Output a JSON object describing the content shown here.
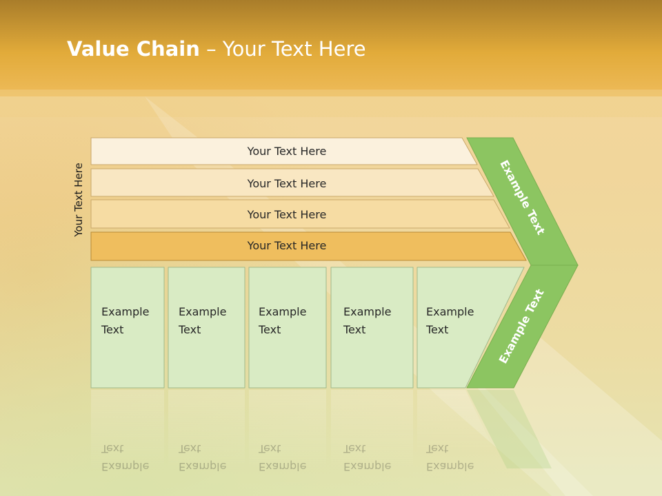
{
  "slide": {
    "title_bold": "Value Chain",
    "title_rest": " – Your Text Here",
    "side_label": "Your Text Here"
  },
  "layers": [
    {
      "label": "Your Text Here",
      "color": "#fbf1dd"
    },
    {
      "label": "Your Text Here",
      "color": "#f9e7c2"
    },
    {
      "label": "Your Text Here",
      "color": "#f6dca3"
    },
    {
      "label": "Your Text Here",
      "color": "#efbe5e"
    }
  ],
  "columns": [
    {
      "line1": "Example",
      "line2": "Text"
    },
    {
      "line1": "Example",
      "line2": "Text"
    },
    {
      "line1": "Example",
      "line2": "Text"
    },
    {
      "line1": "Example",
      "line2": "Text"
    },
    {
      "line1": "Example",
      "line2": "Text"
    }
  ],
  "arrow": {
    "upper_label": "Example Text",
    "lower_label": "Example Text",
    "color": "#8cc561"
  },
  "colors": {
    "column_fill": "#d9ebc4",
    "header_band": "#e3ab3c"
  }
}
